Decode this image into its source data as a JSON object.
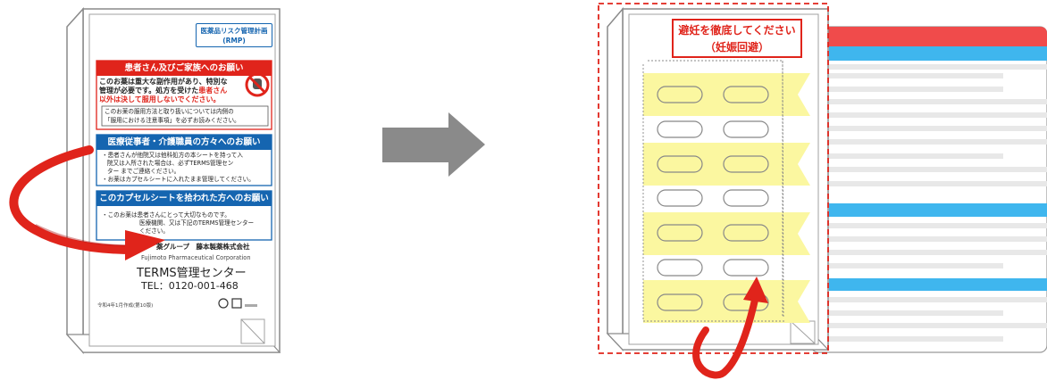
{
  "left_card": {
    "rmp_badge": {
      "line1": "医薬品リスク管理計画",
      "line2": "(RMP)"
    },
    "patient_section": {
      "header": "患者さん及びご家族へのお願い",
      "text_line1": "このお薬は重大な副作用があり、特別な",
      "text_line2_a": "管理が必要です。処方を受けた",
      "text_line2_b": "患者さん",
      "text_line3": "以外は決して服用しないでください。",
      "note_line1": "このお薬の服用方法と取り扱いについては内側の",
      "note_line2": "「服用における注意事項」を必ずお読みください。"
    },
    "staff_section": {
      "header": "医療従事者・介護職員の方々へのお願い",
      "items": [
        "・患者さんが他院又は他科処方の本シートを持って入",
        "院又は入所された場合は、必ずTERMS管理セン",
        "ター までご連絡ください。",
        "・お薬はカプセルシートに入れたまま管理してください。"
      ]
    },
    "found_section": {
      "header": "このカプセルシートを拾われた方へのお願い",
      "items": [
        "・このお薬は患者さんにとって大切なものです。",
        "医療機関、又は下記のTERMS管理センター",
        "ください。"
      ]
    },
    "company_group": "薬グループ　藤本製薬株式会社",
    "company_en": "Fujimoto Pharmaceutical Corporation",
    "center_name": "TERMS管理センター",
    "phone": "TEL：0120-001-468",
    "footnote": "令和4年1月作成(第10版)"
  },
  "right_card": {
    "warning_line1": "避妊を徹底してください",
    "warning_line2": "（妊娠回避）"
  },
  "colors": {
    "red": "#e0241b",
    "blue": "#1565b0",
    "light_blue": "#3fb6ee",
    "yellow": "#fbf7a0",
    "gray_arrow": "#8a8a8a",
    "sheet_gray": "#e8e8e8"
  }
}
